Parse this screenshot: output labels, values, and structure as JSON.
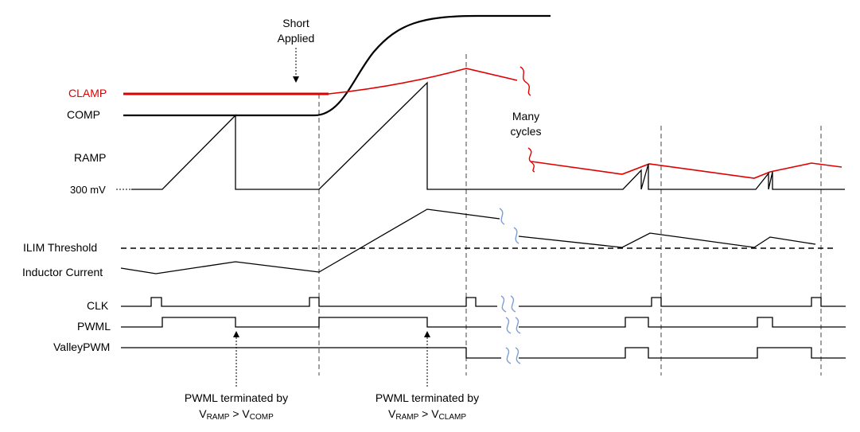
{
  "signals": {
    "clamp": "CLAMP",
    "comp": "COMP",
    "ramp": "RAMP",
    "ramp_base": "300 mV",
    "ilim": "ILIM Threshold",
    "inductor": "Inductor Current",
    "clk": "CLK",
    "pwml": "PWML",
    "valley": "ValleyPWM"
  },
  "annotations": {
    "short_line1": "Short",
    "short_line2": "Applied",
    "many_line1": "Many",
    "many_line2": "cycles",
    "term1_line1": "PWML terminated by",
    "term1_v1": "V",
    "term1_s1": "RAMP",
    "term1_gt": " > V",
    "term1_s2": "COMP",
    "term2_line1": "PWML terminated by",
    "term2_v1": "V",
    "term2_s1": "RAMP",
    "term2_gt": " > V",
    "term2_s2": "CLAMP"
  },
  "colors": {
    "clamp": "#e00000",
    "break_marks": "#7b9fd4",
    "signals": "#000000"
  }
}
